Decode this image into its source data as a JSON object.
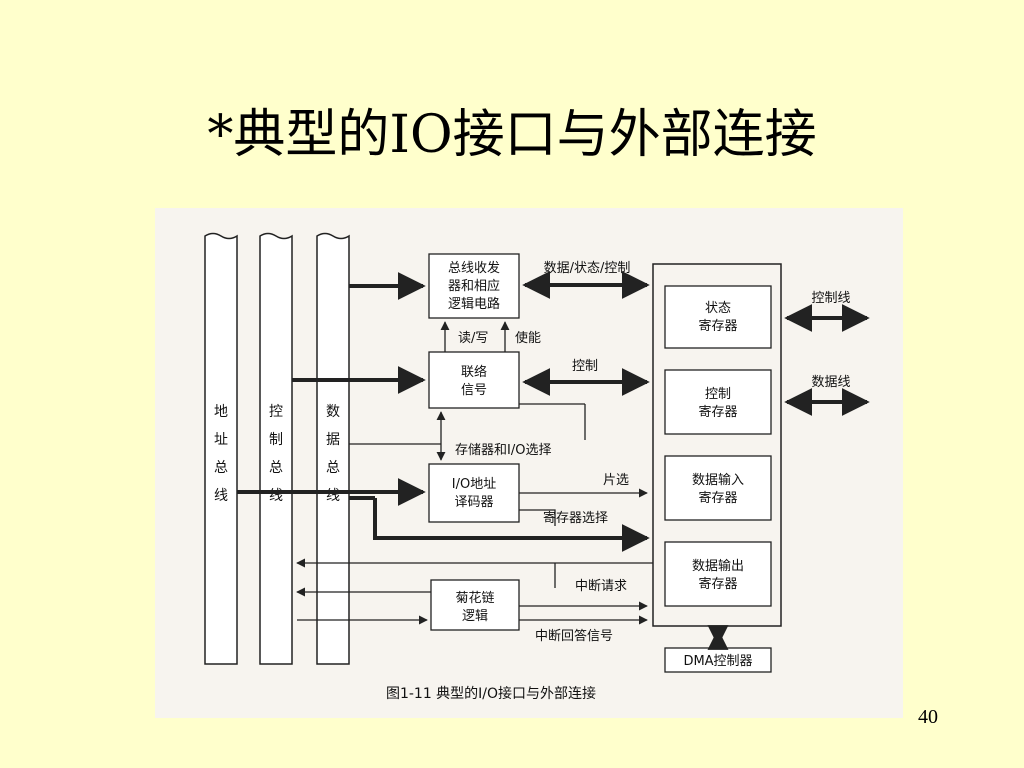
{
  "slide": {
    "title": "*典型的IO接口与外部连接",
    "page_number": "40"
  },
  "diagram": {
    "buses": [
      {
        "id": "addr",
        "chars": [
          "地",
          "址",
          "总",
          "线"
        ]
      },
      {
        "id": "ctrl",
        "chars": [
          "控",
          "制",
          "总",
          "线"
        ]
      },
      {
        "id": "data",
        "chars": [
          "数",
          "据",
          "总",
          "线"
        ]
      }
    ],
    "boxes": {
      "transceiver": [
        "总线收发",
        "器和相应",
        "逻辑电路"
      ],
      "contact": [
        "联络",
        "信号"
      ],
      "decoder": [
        "I/O地址",
        "译码器"
      ],
      "daisy": [
        "菊花链",
        "逻辑"
      ],
      "status_reg": [
        "状态",
        "寄存器"
      ],
      "control_reg": [
        "控制",
        "寄存器"
      ],
      "data_in_reg": [
        "数据输入",
        "寄存器"
      ],
      "data_out_reg": [
        "数据输出",
        "寄存器"
      ],
      "dma": "DMA控制器"
    },
    "labels": {
      "data_status_ctrl": "数据/状态/控制",
      "read_write": "读/写",
      "enable": "使能",
      "control": "控制",
      "mem_io_select": "存储器和I/O选择",
      "chip_select": "片选",
      "reg_select": "寄存器选择",
      "int_request": "中断请求",
      "int_ack": "中断回答信号",
      "control_line": "控制线",
      "data_line": "数据线"
    },
    "caption": "图1-11 典型的I/O接口与外部连接"
  }
}
